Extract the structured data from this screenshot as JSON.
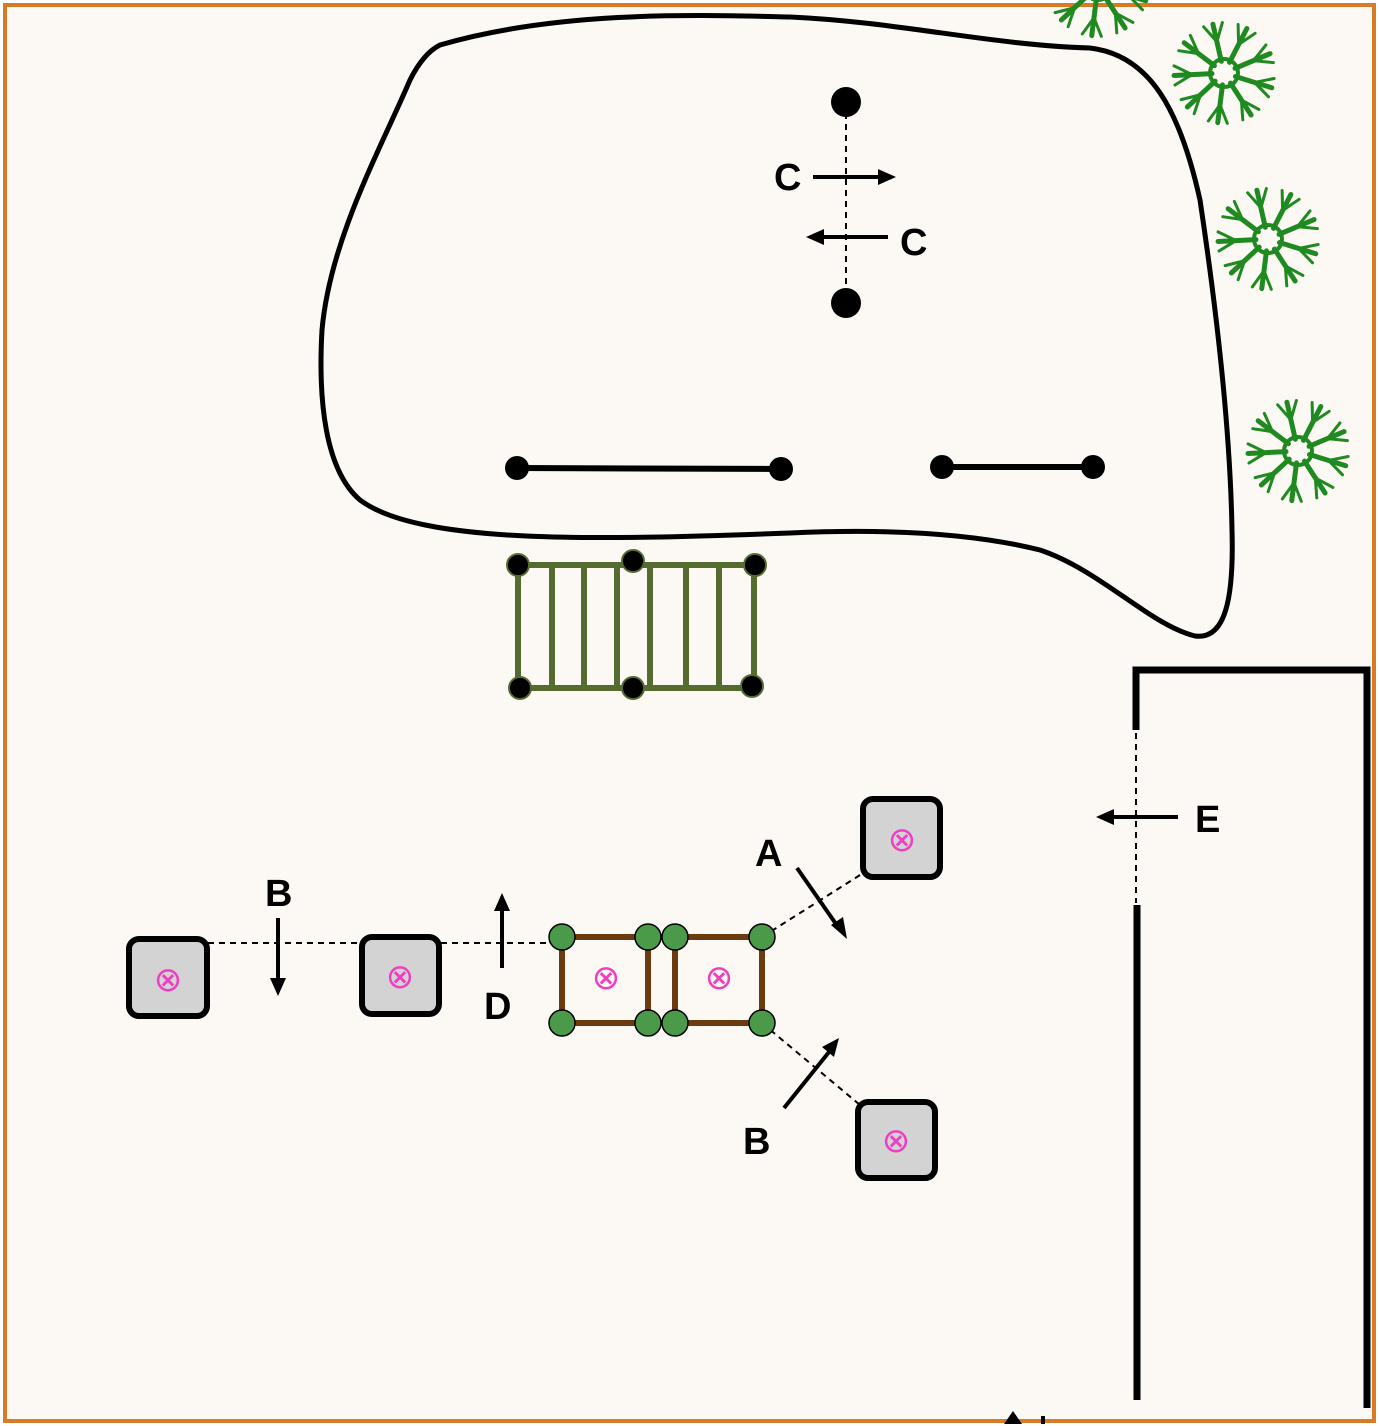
{
  "labels": {
    "c_top": "C",
    "c_bottom": "C",
    "a": "A",
    "b_left": "B",
    "b_right": "B",
    "d": "D",
    "e": "E"
  },
  "symbols": {
    "box_mark": "⊗"
  },
  "colors": {
    "background": "#fcf8f4",
    "border": "#d97a26",
    "outline": "#000000",
    "tree_green": "#1f8a1f",
    "ladder_green": "#556b2f",
    "frame_brown": "#6b3a0f",
    "node_green": "#4a9a4a",
    "box_fill": "#d3d3d3",
    "box_mark": "#ee3fc2"
  }
}
